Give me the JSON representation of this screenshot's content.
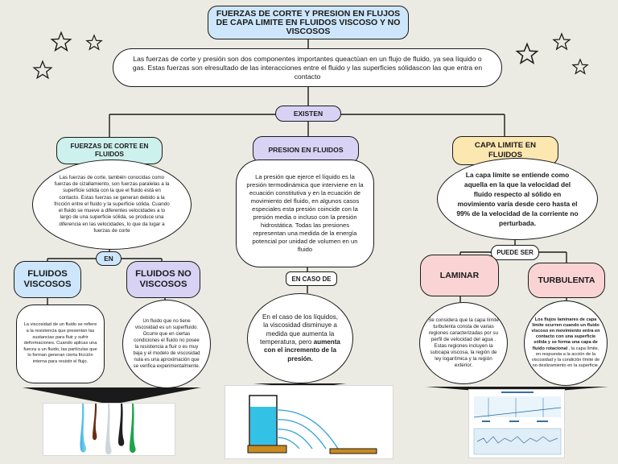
{
  "title": "FUERZAS DE CORTE Y PRESION EN FLUJOS DE CAPA LIMITE EN FLUIDOS VISCOSO Y NO VISCOSOS",
  "intro": "Las fuerzas de corte y presión son dos componentes importantes queactúan en un flujo de fluido, ya sea líquido o gas. Estas fuerzas son elresultado de las interacciones entre el fluido y las superficies sólidascon las que entra en contacto",
  "connectors": {
    "existen": "EXISTEN",
    "en": "EN",
    "en_caso_de": "EN CASO DE",
    "puede_ser": "PUEDE SER"
  },
  "categories": {
    "left": {
      "title": "FUERZAS DE CORTE EN FLUIDOS",
      "text": "Las fuerzas de corte, también conocidas como fuerzas de cizallamiento, son fuerzas paralelas a la superficie sólida con la que el fluido está en contacto. Estas fuerzas se generan debido a la fricción entre el fluido y la superficie sólida. Cuando el fluido se mueve a diferentes velocidades a lo largo de una superficie sólida, se produce una diferencia en las velocidades, lo que da lugar a fuerzas de corte"
    },
    "middle": {
      "title": "PRESION EN FLUIDOS",
      "text": "La presión que ejerce el líquido es la presión termodinámica que interviene en la ecuación constitutiva y en la ecuación de movimiento del fluido, en algunos casos especiales esta presión coincide con la presión media o incluso con la presión hidrostática. Todas las presiones representan una medida de la energía potencial por unidad de volumen en un fluido"
    },
    "right": {
      "title": "CAPA LIMITE EN FLUIDOS",
      "text_bold": "La capa límite se entiende como aquella en la que la velocidad del fluido respecto al sólido en movimiento varía desde cero hasta el 99% de la velocidad de la corriente no perturbada."
    }
  },
  "fluids": {
    "viscosos": {
      "title": "FLUIDOS VISCOSOS",
      "text": "La viscosidad de un fluido se refiere a la resistencia que presentan las sustancias para fluir y sufrir deformaciones. Cuando aplicas una fuerza a un fluido, las partículas que lo forman generan cierta fricción interna para resistir el flujo."
    },
    "no_viscosos": {
      "title": "FLUIDOS NO VISCOSOS",
      "text": "Un fluido que no tiene viscosidad es un superfluido. Ocurre que en ciertas condiciones el fluido no posee la resistencia a fluir o es muy baja y el modelo de viscosidad nula es una aproximación que se verifica experimentalmente."
    }
  },
  "viscosity_case": {
    "text_normal": "En el caso de los líquidos, la viscosidad disminuye a medida que aumenta la temperatura, pero ",
    "text_bold": "aumenta con el incremento de la presión."
  },
  "flow_types": {
    "laminar": {
      "title": "LAMINAR",
      "text": "Se considera que la capa límite turbulenta consta de varias regiones caracterizadas por su perfil de velocidad del agua . Estas regiones incluyen la subcapa viscosa, la región de ley logarítmica y la región exterior."
    },
    "turbulenta": {
      "title": "TURBULENTA",
      "text_bold": "Los flujos laminares de capa límite ocurren cuando un fluido viscoso en movimiento entra en contacto con una superficie sólida y se forma una capa de fluido rotacional",
      "text_normal": " , la capa límite, en respuesta a la acción de la viscosidad y la condición límite de no deslizamiento en la superficie."
    }
  },
  "colors": {
    "background": "#ecebe3",
    "blue": "#cde6fb",
    "lavender": "#d8d3f5",
    "mint": "#cdf1ec",
    "yellow": "#fde7b0",
    "pink": "#fad4d4",
    "water": "#33c2e6",
    "brown": "#c98a1f"
  }
}
